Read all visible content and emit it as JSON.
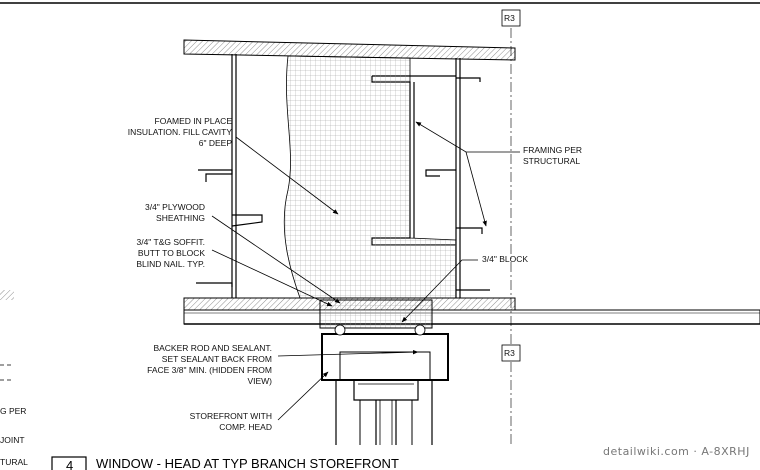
{
  "drawing": {
    "title": "WINDOW - HEAD AT TYP BRANCH STOREFRONT",
    "detail_number": "4",
    "watermark": "detailwiki.com · A-8XRHJ",
    "grid_tag_top": "R3",
    "grid_tag_bottom": "R3"
  },
  "callouts": {
    "insulation": [
      "FOAMED IN PLACE",
      "INSULATION. FILL CAVITY",
      "6\"  DEEP"
    ],
    "plywood": [
      "3/4\" PLYWOOD",
      "SHEATHING"
    ],
    "soffit": [
      "3/4\" T&G  SOFFIT.",
      "BUTT TO  BLOCK",
      "BLIND NAIL. TYP."
    ],
    "framing": [
      "FRAMING PER",
      "STRUCTURAL"
    ],
    "block": [
      "3/4\" BLOCK"
    ],
    "sealant": [
      "BACKER ROD AND SEALANT.",
      "SET  SEALANT BACK  FROM",
      "FACE  3/8\" MIN. (HIDDEN FROM",
      "VIEW)"
    ],
    "storefront": [
      "STOREFRONT WITH",
      "COMP. HEAD"
    ]
  },
  "left_fragments": [
    "G PER",
    "JOINT",
    "TURAL"
  ]
}
